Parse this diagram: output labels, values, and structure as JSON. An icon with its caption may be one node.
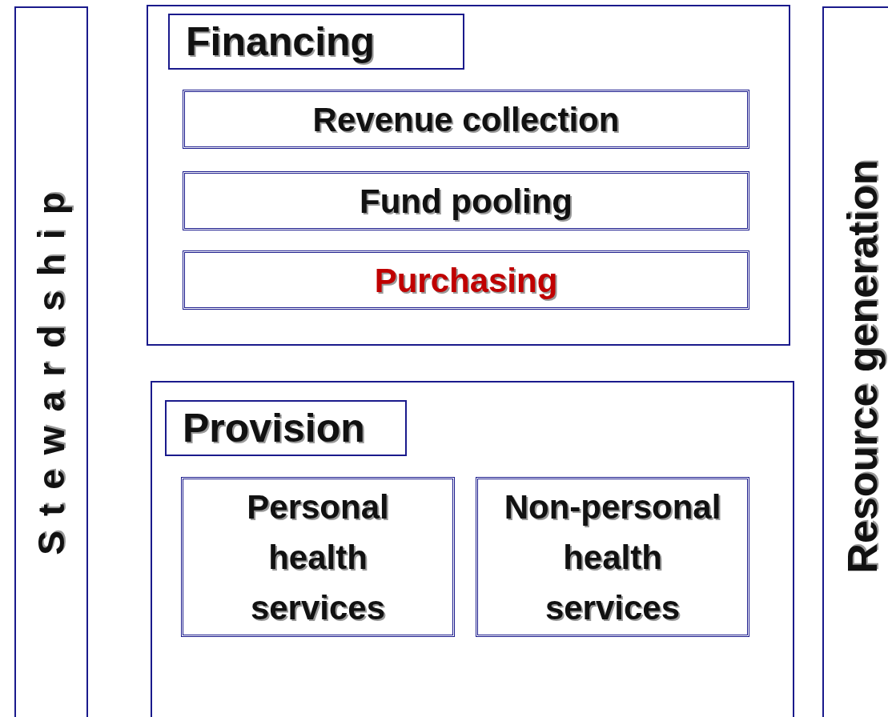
{
  "diagram": {
    "nodes": [
      {
        "text": [
          "Stewardship"
        ]
      },
      {
        "text": [
          "Financing"
        ]
      },
      {
        "text": [
          "Revenue collection"
        ],
        "in": 1
      },
      {
        "text": [
          "Fund pooling"
        ],
        "in": 1
      },
      {
        "text": [
          "Purchasing"
        ],
        "in": 1
      },
      {
        "text": [
          "Provision"
        ]
      },
      {
        "text": [
          "Personal health services"
        ],
        "in": 5
      },
      {
        "text": [
          "Non-personal health services"
        ],
        "in": 5
      },
      {
        "text": [
          "Resource generation"
        ]
      }
    ],
    "edges": []
  }
}
